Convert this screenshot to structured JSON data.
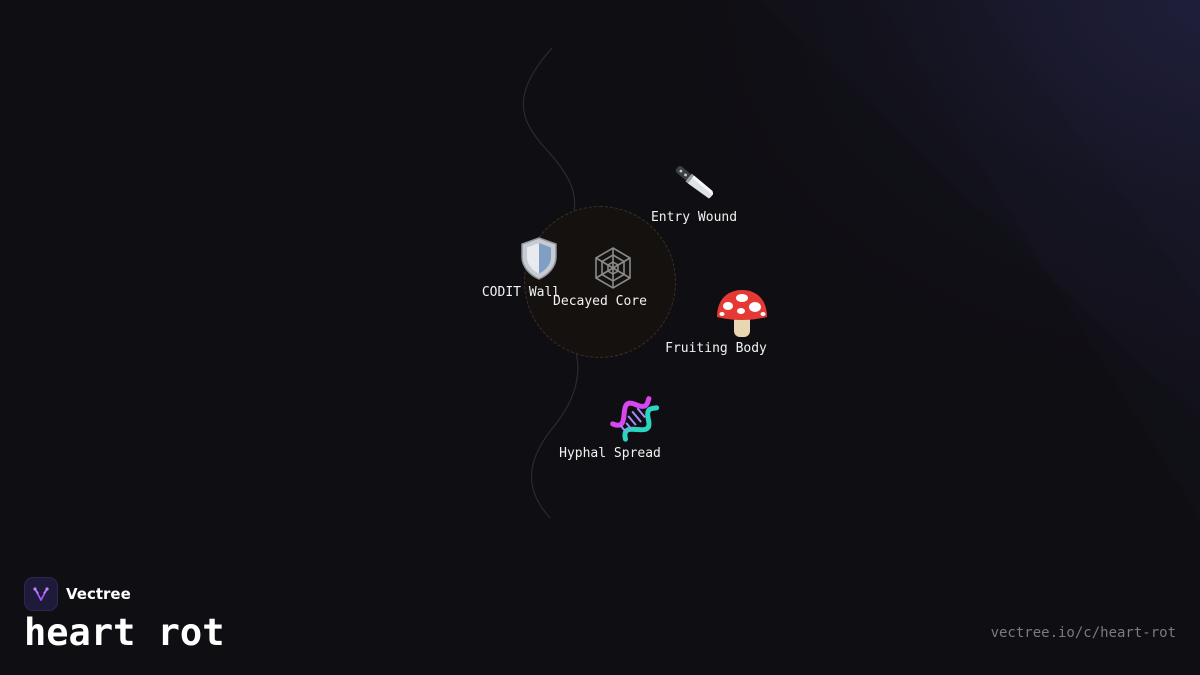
{
  "diagram": {
    "center": {
      "label": "Decayed Core",
      "icon": "spider-web-icon"
    },
    "nodes": [
      {
        "id": "entry-wound",
        "label": "Entry Wound",
        "icon": "kitchen-knife-icon"
      },
      {
        "id": "codit-wall",
        "label": "CODIT Wall",
        "icon": "shield-icon"
      },
      {
        "id": "fruiting-body",
        "label": "Fruiting Body",
        "icon": "mushroom-icon"
      },
      {
        "id": "hyphal-spread",
        "label": "Hyphal Spread",
        "icon": "dna-icon"
      }
    ]
  },
  "brand": {
    "name": "Vectree",
    "logo_icon": "vectree-logo-icon"
  },
  "title": "heart rot",
  "url": "vectree.io/c/heart-rot",
  "colors": {
    "background": "#0f0e13",
    "brand_logo_bg": "#1e1b3a",
    "accent": "#a855f7"
  }
}
